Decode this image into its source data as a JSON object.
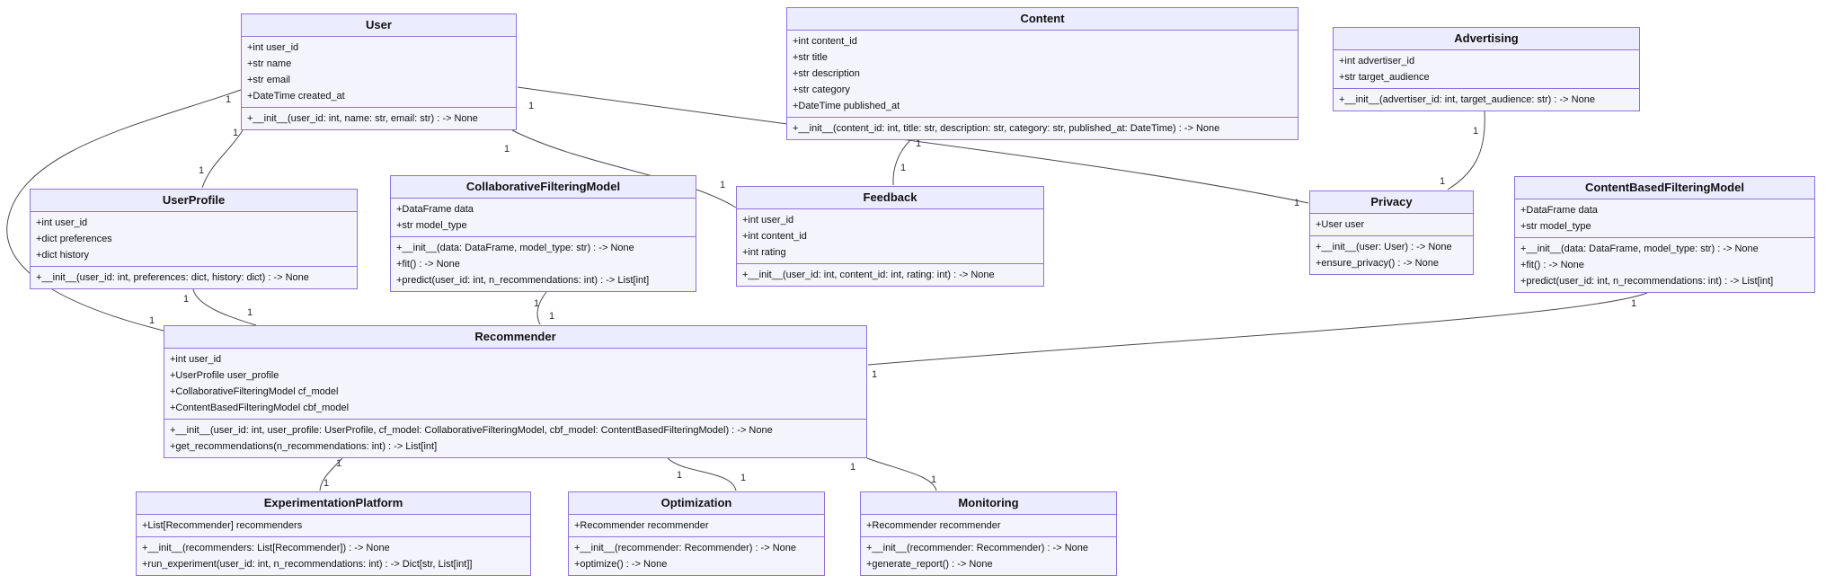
{
  "diagram": {
    "type": "uml-class-diagram",
    "colors": {
      "header_fill": "#ECECFF",
      "body_fill": "#F4F4FD",
      "border": "#9370DB",
      "edge": "#4a4a4a",
      "text": "#111111"
    },
    "classes": [
      {
        "title": "User",
        "attributes": [
          "+int user_id",
          "+str name",
          "+str email",
          "+DateTime created_at"
        ],
        "methods": [
          "+__init__(user_id: int, name: str, email: str) : -> None"
        ]
      },
      {
        "title": "Content",
        "attributes": [
          "+int content_id",
          "+str title",
          "+str description",
          "+str category",
          "+DateTime published_at"
        ],
        "methods": [
          "+__init__(content_id: int, title: str, description: str, category: str, published_at: DateTime) : -> None"
        ]
      },
      {
        "title": "Advertising",
        "attributes": [
          "+int advertiser_id",
          "+str target_audience"
        ],
        "methods": [
          "+__init__(advertiser_id: int, target_audience: str) : -> None"
        ]
      },
      {
        "title": "UserProfile",
        "attributes": [
          "+int user_id",
          "+dict preferences",
          "+dict history"
        ],
        "methods": [
          "+__init__(user_id: int, preferences: dict, history: dict) : -> None"
        ]
      },
      {
        "title": "CollaborativeFilteringModel",
        "attributes": [
          "+DataFrame data",
          "+str model_type"
        ],
        "methods": [
          "+__init__(data: DataFrame, model_type: str) : -> None",
          "+fit() : -> None",
          "+predict(user_id: int, n_recommendations: int) : -> List[int]"
        ]
      },
      {
        "title": "Feedback",
        "attributes": [
          "+int user_id",
          "+int content_id",
          "+int rating"
        ],
        "methods": [
          "+__init__(user_id: int, content_id: int, rating: int) : -> None"
        ]
      },
      {
        "title": "Privacy",
        "attributes": [
          "+User user"
        ],
        "methods": [
          "+__init__(user: User) : -> None",
          "+ensure_privacy() : -> None"
        ]
      },
      {
        "title": "ContentBasedFilteringModel",
        "attributes": [
          "+DataFrame data",
          "+str model_type"
        ],
        "methods": [
          "+__init__(data: DataFrame, model_type: str) : -> None",
          "+fit() : -> None",
          "+predict(user_id: int, n_recommendations: int) : -> List[int]"
        ]
      },
      {
        "title": "Recommender",
        "attributes": [
          "+int user_id",
          "+UserProfile user_profile",
          "+CollaborativeFilteringModel cf_model",
          "+ContentBasedFilteringModel cbf_model"
        ],
        "methods": [
          "+__init__(user_id: int, user_profile: UserProfile, cf_model: CollaborativeFilteringModel, cbf_model: ContentBasedFilteringModel) : -> None",
          "+get_recommendations(n_recommendations: int) : -> List[int]"
        ]
      },
      {
        "title": "ExperimentationPlatform",
        "attributes": [
          "+List[Recommender] recommenders"
        ],
        "methods": [
          "+__init__(recommenders: List[Recommender]) : -> None",
          "+run_experiment(user_id: int, n_recommendations: int) : -> Dict[str, List[int]]"
        ]
      },
      {
        "title": "Optimization",
        "attributes": [
          "+Recommender recommender"
        ],
        "methods": [
          "+__init__(recommender: Recommender) : -> None",
          "+optimize() : -> None"
        ]
      },
      {
        "title": "Monitoring",
        "attributes": [
          "+Recommender recommender"
        ],
        "methods": [
          "+__init__(recommender: Recommender) : -> None",
          "+generate_report() : -> None"
        ]
      }
    ],
    "edges": [
      {
        "from": "User",
        "to": "UserProfile",
        "labels": [
          {
            "text": "1"
          },
          {
            "text": "1"
          }
        ]
      },
      {
        "from": "User",
        "to": "Recommender",
        "labels": [
          {
            "text": "1"
          },
          {
            "text": "1"
          }
        ]
      },
      {
        "from": "UserProfile",
        "to": "Recommender",
        "labels": [
          {
            "text": "1"
          },
          {
            "text": "1"
          }
        ]
      },
      {
        "from": "User",
        "to": "Feedback",
        "labels": [
          {
            "text": "1"
          },
          {
            "text": "1"
          }
        ]
      },
      {
        "from": "Content",
        "to": "Feedback",
        "labels": [
          {
            "text": "1"
          },
          {
            "text": "1"
          }
        ]
      },
      {
        "from": "User",
        "to": "Privacy",
        "labels": [
          {
            "text": "1"
          },
          {
            "text": "1"
          }
        ]
      },
      {
        "from": "Advertising",
        "to": "Privacy",
        "labels": [
          {
            "text": "1"
          },
          {
            "text": "1"
          }
        ]
      },
      {
        "from": "CollaborativeFilteringModel",
        "to": "Recommender",
        "labels": [
          {
            "text": "1"
          },
          {
            "text": "1"
          }
        ]
      },
      {
        "from": "ContentBasedFilteringModel",
        "to": "Recommender",
        "labels": [
          {
            "text": "1"
          },
          {
            "text": "1"
          }
        ]
      },
      {
        "from": "Recommender",
        "to": "ExperimentationPlatform",
        "labels": [
          {
            "text": "1"
          },
          {
            "text": "1"
          }
        ]
      },
      {
        "from": "Recommender",
        "to": "Optimization",
        "labels": [
          {
            "text": "1"
          },
          {
            "text": "1"
          }
        ]
      },
      {
        "from": "Recommender",
        "to": "Monitoring",
        "labels": [
          {
            "text": "1"
          },
          {
            "text": "1"
          }
        ]
      }
    ]
  }
}
